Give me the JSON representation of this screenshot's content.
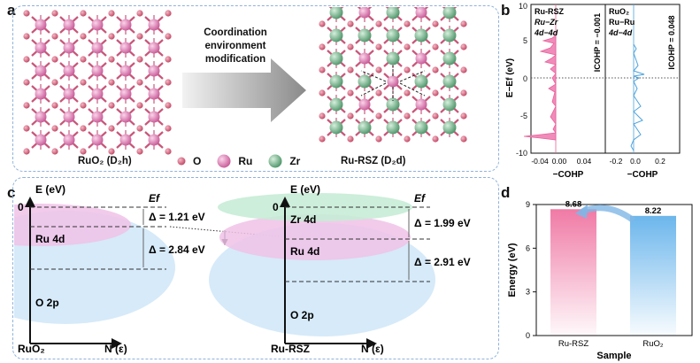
{
  "panels": {
    "a": "a",
    "b": "b",
    "c": "c",
    "d": "d"
  },
  "panel_a": {
    "arrow_text": [
      "Coordination",
      "environment",
      "modification"
    ],
    "left_caption": "RuO₂ (D₂h)",
    "right_caption": "Ru-RSZ (D₂d)",
    "legend": [
      {
        "label": "O",
        "color": "#d2607a"
      },
      {
        "label": "Ru",
        "color": "#e37fb0"
      },
      {
        "label": "Zr",
        "color": "#6fae86"
      }
    ]
  },
  "panel_b": {
    "ylabel": "E−Ef (eV)",
    "yticks": [
      "10",
      "5",
      "0",
      "-5",
      "-10"
    ],
    "left": {
      "labels": [
        "Ru-RSZ",
        "Ru−Zr",
        "4d−4d"
      ],
      "icohp": "ICOHP = −0.001",
      "xticks": [
        "-0.04",
        "0.00",
        "0.04"
      ],
      "xlabel": "−COHP",
      "color": "#e8609a"
    },
    "right": {
      "labels": [
        "RuO₂",
        "Ru−Ru",
        "4d−4d"
      ],
      "icohp": "ICOHP = 0.048",
      "xticks": [
        "-0.2",
        "0.0",
        "0.2"
      ],
      "xlabel": "−COHP",
      "color": "#4ea3dc"
    }
  },
  "panel_c": {
    "left": {
      "axis_y": "E (eV)",
      "zero": "0",
      "ef": "Ef",
      "d1": "Δ = 1.21 eV",
      "d2": "Δ = 2.84 eV",
      "ru": "Ru 4d",
      "o": "O 2p",
      "sample": "RuO₂",
      "axis_x": "N (ε)"
    },
    "right": {
      "axis_y": "E (eV)",
      "zero": "0",
      "ef": "Ef",
      "d1": "Δ = 1.99 eV",
      "d2": "Δ = 2.91 eV",
      "zr": "Zr 4d",
      "ru": "Ru 4d",
      "o": "O 2p",
      "sample": "Ru-RSZ",
      "axis_x": "N (ε)"
    }
  },
  "chart_data": {
    "type": "bar",
    "categories": [
      "Ru-RSZ",
      "RuO₂"
    ],
    "values": [
      8.68,
      8.22
    ],
    "value_labels": [
      "8.68",
      "8.22"
    ],
    "xlabel": "Sample",
    "ylabel": "Energy (eV)",
    "ylim": [
      0,
      9
    ],
    "yticks": [
      "0",
      "3",
      "6",
      "9"
    ],
    "colors": [
      "#f07aa5",
      "#6cb6ec"
    ]
  }
}
